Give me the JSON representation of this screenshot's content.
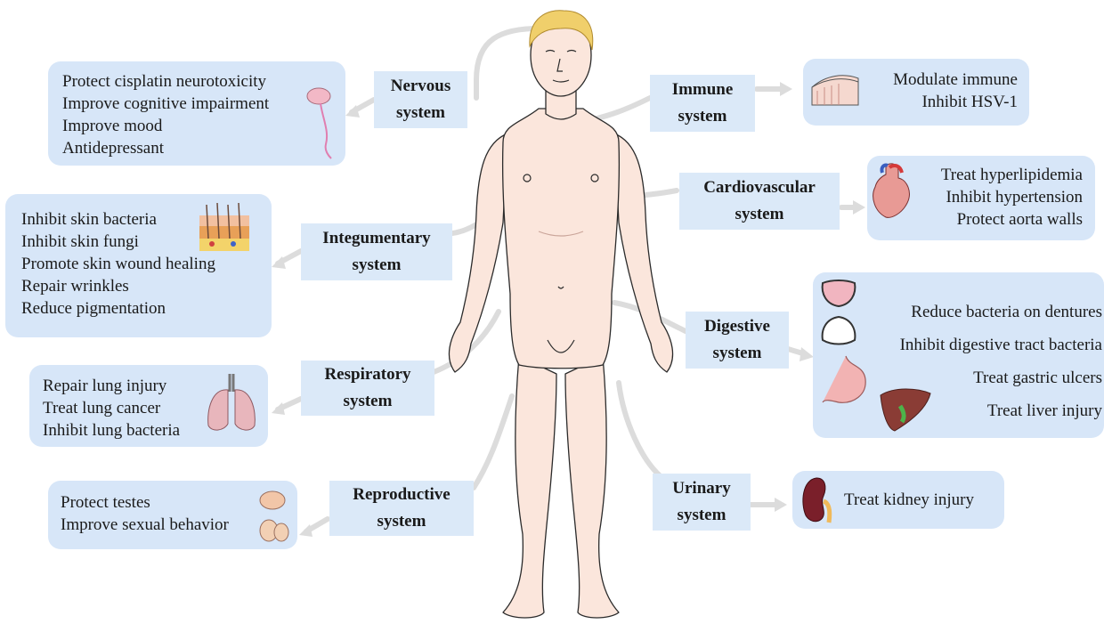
{
  "systems": {
    "nervous": {
      "name": [
        "Nervous",
        "system"
      ],
      "effects": [
        "Protect cisplatin neurotoxicity",
        "Improve cognitive impairment",
        "Improve mood",
        "Antidepressant"
      ]
    },
    "integumentary": {
      "name": [
        "Integumentary",
        "system"
      ],
      "effects": [
        "Inhibit skin bacteria",
        "Inhibit skin fungi",
        "Promote skin wound healing",
        "Repair wrinkles",
        "Reduce pigmentation"
      ]
    },
    "respiratory": {
      "name": [
        "Respiratory",
        "system"
      ],
      "effects": [
        "Repair lung injury",
        "Treat lung cancer",
        "Inhibit lung bacteria"
      ]
    },
    "reproductive": {
      "name": [
        "Reproductive",
        "system"
      ],
      "effects": [
        "Protect testes",
        "Improve sexual behavior"
      ]
    },
    "immune": {
      "name": [
        "Immune",
        "system"
      ],
      "effects": [
        "Modulate immune",
        "Inhibit HSV-1"
      ]
    },
    "cardiovascular": {
      "name": [
        "Cardiovascular",
        "system"
      ],
      "effects": [
        "Treat hyperlipidemia",
        "Inhibit hypertension",
        "Protect aorta walls"
      ]
    },
    "digestive": {
      "name": [
        "Digestive",
        "system"
      ],
      "effects": [
        "Reduce bacteria on dentures",
        "Inhibit digestive tract bacteria",
        "Treat gastric ulcers",
        "Treat liver injury"
      ]
    },
    "urinary": {
      "name": [
        "Urinary",
        "system"
      ],
      "effects": [
        "Treat kidney injury"
      ]
    }
  },
  "colors": {
    "box_fill": "#d7e6f8",
    "label_fill": "#dbe9f8",
    "connector": "#dcdcdc",
    "skin": "#fbe6dc",
    "skin_outline": "#2b2b2b",
    "hair": "#f0cf6b"
  }
}
